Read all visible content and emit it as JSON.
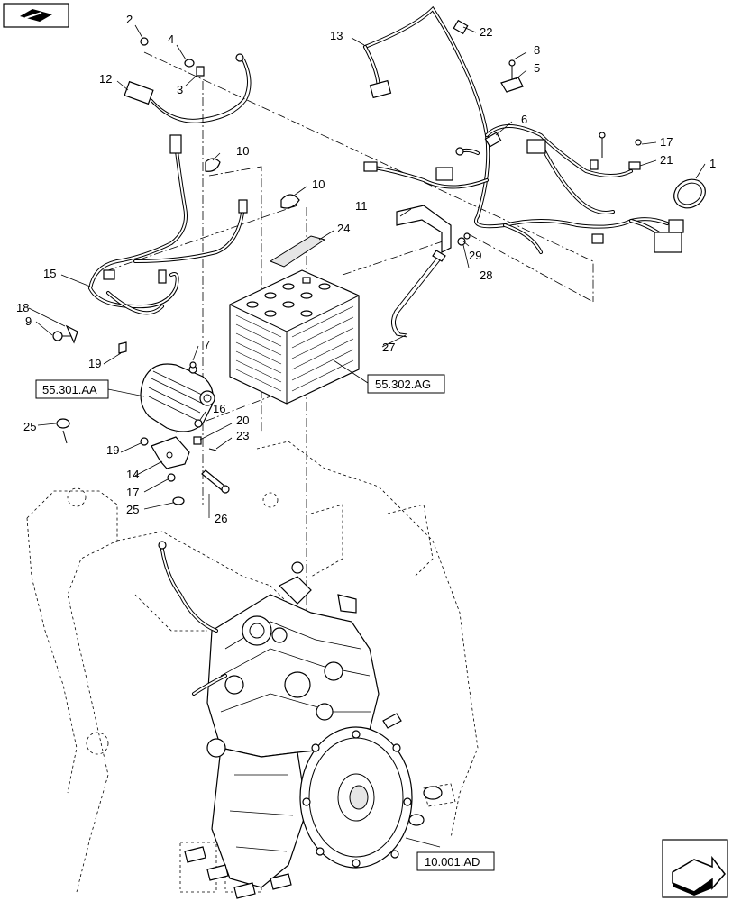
{
  "callouts": {
    "c1": "1",
    "c2": "2",
    "c3": "3",
    "c4": "4",
    "c5": "5",
    "c6": "6",
    "c7": "7",
    "c8": "8",
    "c9": "9",
    "c10a": "10",
    "c10b": "10",
    "c11": "11",
    "c12": "12",
    "c13": "13",
    "c14": "14",
    "c15": "15",
    "c16": "16",
    "c17a": "17",
    "c17b": "17",
    "c18": "18",
    "c19a": "19",
    "c19b": "19",
    "c20": "20",
    "c21": "21",
    "c22": "22",
    "c23": "23",
    "c24": "24",
    "c25a": "25",
    "c25b": "25",
    "c26": "26",
    "c27": "27",
    "c28": "28",
    "c29": "29"
  },
  "references": {
    "alternator_ref": "55.301.AA",
    "battery_ref": "55.302.AG",
    "engine_ref": "10.001.AD"
  },
  "icons": {
    "top_left": "page-turn-icon",
    "bottom_right": "next-page-arrow-icon"
  }
}
